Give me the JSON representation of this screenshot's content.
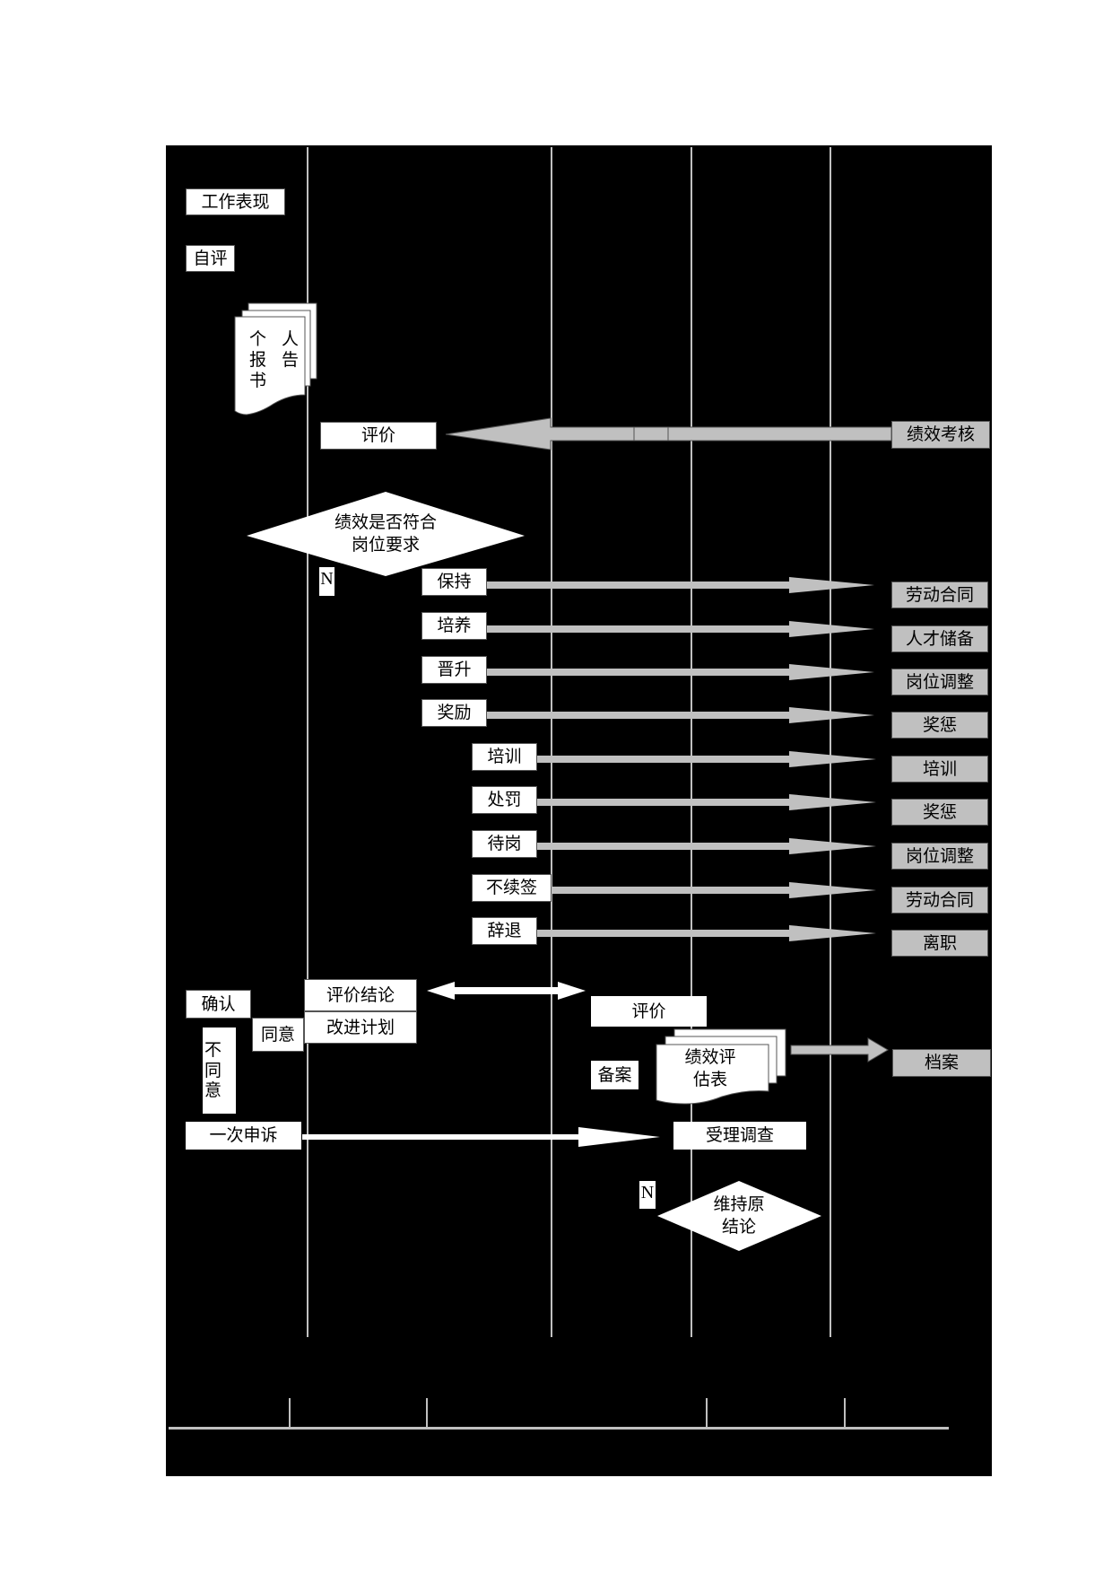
{
  "diagram": {
    "type": "swimlane-flowchart",
    "colors": {
      "panel_background": "#000000",
      "box_fill": "#ffffff",
      "target_box_fill": "#c0c0c0",
      "arrow_fill": "#c0c0c0",
      "lane_line": "#c0c0c0"
    },
    "employee_lane": {
      "work_performance": "工作表现",
      "self_evaluation": "自评",
      "personal_report_doc": {
        "line1": [
          "个",
          "报",
          "书"
        ],
        "line2": [
          "人",
          "告"
        ]
      },
      "confirm": "确认",
      "agree": "同意",
      "disagree": [
        "不",
        "同",
        "意"
      ],
      "first_appeal": "一次申诉"
    },
    "manager_lane": {
      "evaluate": "评价",
      "decision": {
        "line1": "绩效是否符合",
        "line2": "岗位要求"
      },
      "no_label": "N",
      "conclusion": "评价结论",
      "improvement_plan": "改进计划"
    },
    "hr_lane": {
      "evaluate": "评价",
      "archive_label": "备案",
      "evaluation_form_doc": {
        "line1": "绩效评",
        "line2": "估表"
      },
      "accept_investigation": "受理调查",
      "no_label": "N",
      "decision": {
        "line1": "维持原",
        "line2": "结论"
      }
    },
    "source": {
      "performance_review": "绩效考核"
    },
    "outcomes_group_a": [
      {
        "action": "保持",
        "target": "劳动合同"
      },
      {
        "action": "培养",
        "target": "人才储备"
      },
      {
        "action": "晋升",
        "target": "岗位调整"
      },
      {
        "action": "奖励",
        "target": "奖惩"
      }
    ],
    "outcomes_group_b": [
      {
        "action": "培训",
        "target": "培训"
      },
      {
        "action": "处罚",
        "target": "奖惩"
      },
      {
        "action": "待岗",
        "target": "岗位调整"
      },
      {
        "action": "不续签",
        "target": "劳动合同"
      },
      {
        "action": "辞退",
        "target": "离职"
      }
    ],
    "archive_target": "档案"
  }
}
